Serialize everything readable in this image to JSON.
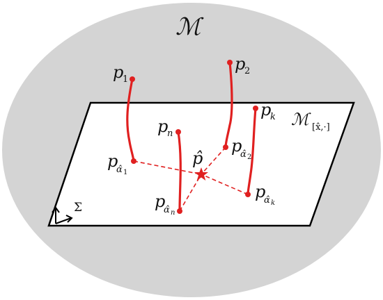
{
  "manifold": {
    "symbol": "ℳ",
    "fill_color": "#d4d4d4"
  },
  "plane": {
    "symbol": "ℳ",
    "subscript": "[x̂,·]",
    "fill_color": "#ffffff",
    "edge_color": "#000000"
  },
  "axes_label": "Σ",
  "accent_color": "#e02020",
  "points": {
    "p1": {
      "base": "p",
      "sub": "1"
    },
    "p2": {
      "base": "p",
      "sub": "2"
    },
    "pk": {
      "base": "p",
      "sub": "k"
    },
    "pn": {
      "base": "p",
      "sub": "n"
    },
    "pa1": {
      "base": "p",
      "sub": "α̂",
      "subsub": "1"
    },
    "pa2": {
      "base": "p",
      "sub": "α̂",
      "subsub": "2"
    },
    "pak": {
      "base": "p",
      "sub": "α̂",
      "subsub": "k"
    },
    "pan": {
      "base": "p",
      "sub": "α̂",
      "subsub": "n"
    },
    "phat": {
      "base": "p̂"
    }
  }
}
